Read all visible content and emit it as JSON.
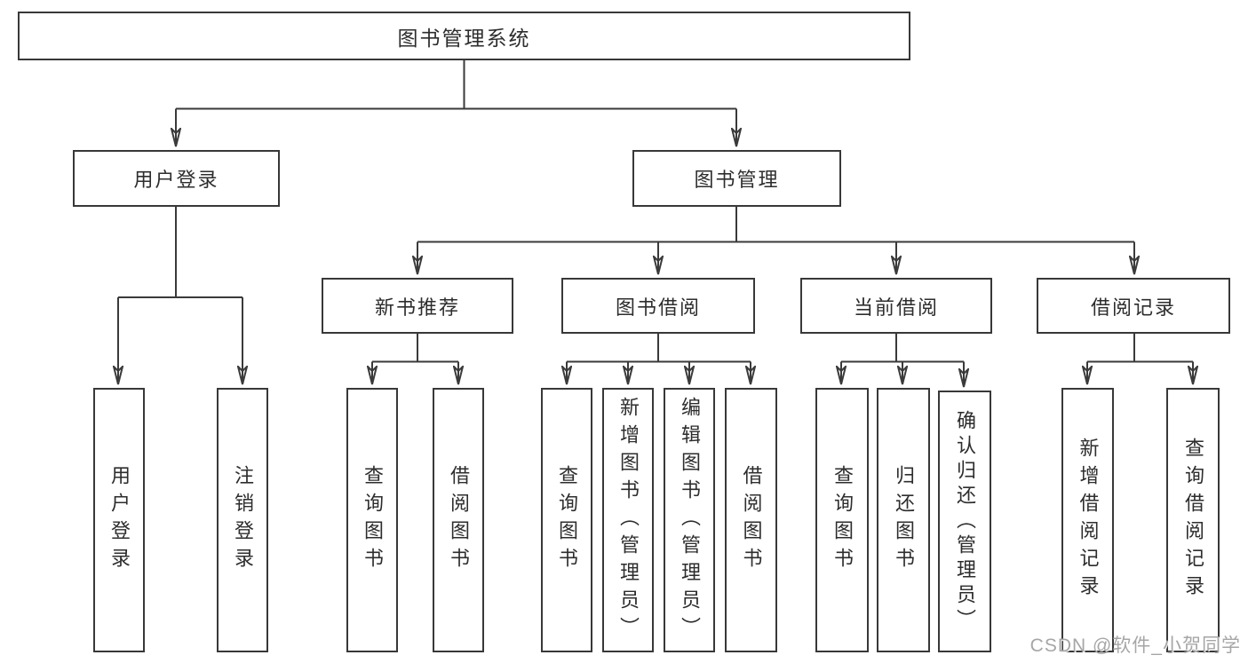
{
  "colors": {
    "line": "#3a3a3a",
    "box_border": "#383838",
    "text": "#2d2d2d",
    "background": "#ffffff",
    "watermark": "#a6a6a6"
  },
  "watermark": {
    "text": "CSDN @软件_小贺同学"
  },
  "nodes": {
    "root": {
      "label": "图书管理系统"
    },
    "user_login_branch": {
      "label": "用户登录"
    },
    "book_mgmt_branch": {
      "label": "图书管理"
    },
    "login_leaf": {
      "label": "用户登录"
    },
    "logout_leaf": {
      "label": "注销登录"
    },
    "new_book_rec": {
      "label": "新书推荐"
    },
    "book_borrow": {
      "label": "图书借阅"
    },
    "current_borrow": {
      "label": "当前借阅"
    },
    "borrow_records": {
      "label": "借阅记录"
    },
    "nbr_query_books": {
      "label": "查询图书"
    },
    "nbr_borrow_books": {
      "label": "借阅图书"
    },
    "bb_query_books": {
      "label": "查询图书"
    },
    "bb_add_books_admin": {
      "label": "新增图书（管理员）"
    },
    "bb_edit_books_admin": {
      "label": "编辑图书（管理员）"
    },
    "bb_borrow_books": {
      "label": "借阅图书"
    },
    "cb_query_books": {
      "label": "查询图书"
    },
    "cb_return_books": {
      "label": "归还图书"
    },
    "cb_confirm_return_admin": {
      "label": "确认归还（管理员）"
    },
    "br_add_record": {
      "label": "新增借阅记录"
    },
    "br_query_record": {
      "label": "查询借阅记录"
    }
  },
  "hierarchy": {
    "图书管理系统": {
      "用户登录": [
        "用户登录",
        "注销登录"
      ],
      "图书管理": {
        "新书推荐": [
          "查询图书",
          "借阅图书"
        ],
        "图书借阅": [
          "查询图书",
          "新增图书（管理员）",
          "编辑图书（管理员）",
          "借阅图书"
        ],
        "当前借阅": [
          "查询图书",
          "归还图书",
          "确认归还（管理员）"
        ],
        "借阅记录": [
          "新增借阅记录",
          "查询借阅记录"
        ]
      }
    }
  }
}
